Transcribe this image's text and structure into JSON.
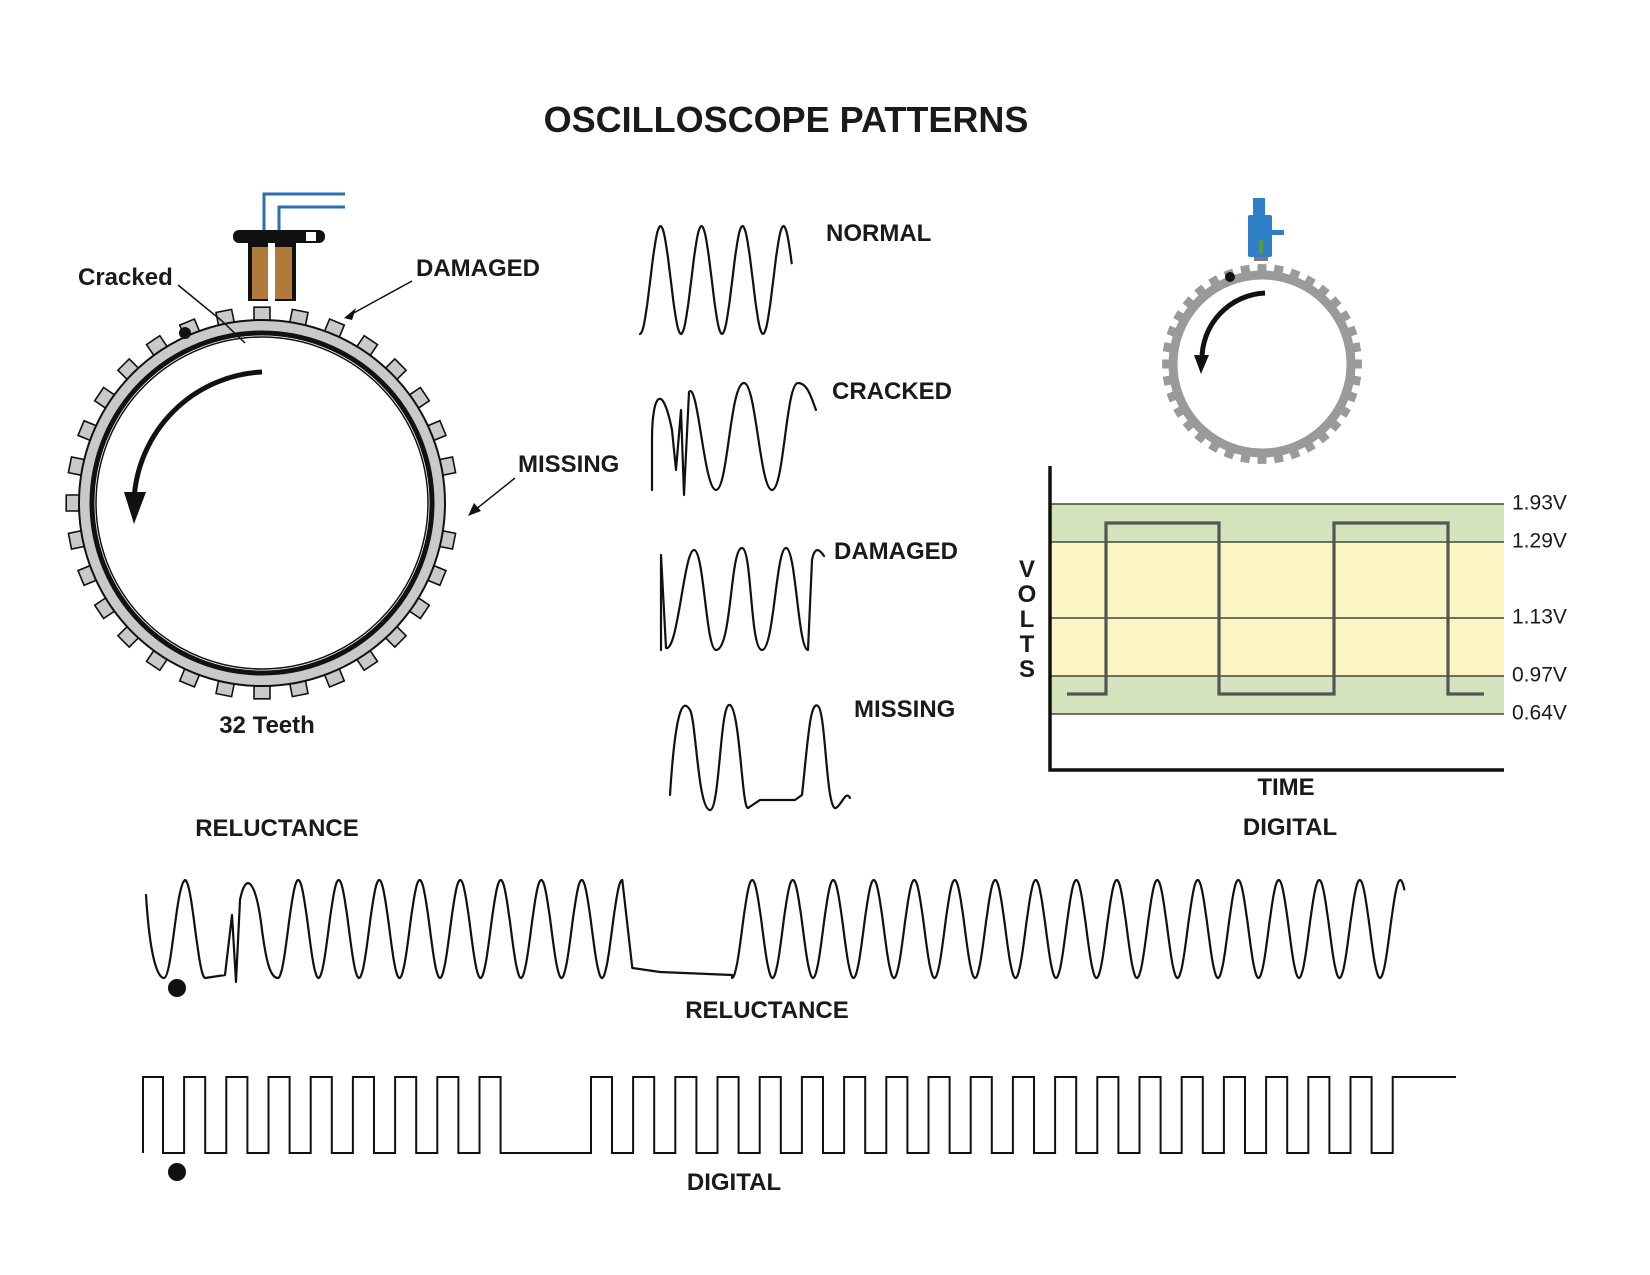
{
  "title": "OSCILLOSCOPE PATTERNS",
  "reluctance_wheel": {
    "teeth_label": "32 Teeth",
    "callouts": {
      "cracked": "Cracked",
      "damaged": "DAMAGED",
      "missing": "MISSING"
    },
    "caption": "RELUCTANCE",
    "colors": {
      "ring": "#c9c9c9",
      "outline": "#111111",
      "wire": "#2e6fb0",
      "coil": "#b07a3a"
    }
  },
  "patterns": {
    "labels": [
      "NORMAL",
      "CRACKED",
      "DAMAGED",
      "MISSING"
    ]
  },
  "digital_sensor": {
    "caption": "DIGITAL",
    "colors": {
      "sensor": "#2f80c8",
      "ring": "#9a9a9a"
    }
  },
  "digital_graph": {
    "y_axis_label": "VOLTS",
    "x_axis_label": "TIME",
    "levels": [
      "1.93V",
      "1.29V",
      "1.13V",
      "0.97V",
      "0.64V"
    ],
    "colors": {
      "outer_band": "#d3e3bc",
      "inner_band": "#fbf5c4",
      "trace": "#555555"
    }
  },
  "long_traces": {
    "reluctance_caption": "RELUCTANCE",
    "digital_caption": "DIGITAL"
  }
}
